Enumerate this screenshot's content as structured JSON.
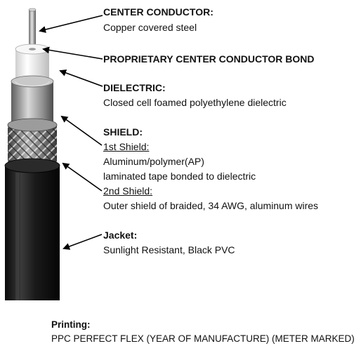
{
  "layers": {
    "center_conductor": {
      "heading": "CENTER CONDUCTOR:",
      "description": "Copper covered steel"
    },
    "bond": {
      "heading": "PROPRIETARY CENTER CONDUCTOR BOND"
    },
    "dielectric": {
      "heading": "DIELECTRIC:",
      "description": "Closed cell foamed polyethylene dielectric"
    },
    "shield": {
      "heading": "SHIELD:",
      "first_label": "1st Shield:",
      "first_line1": "Aluminum/polymer(AP)",
      "first_line2": "laminated tape bonded to dielectric",
      "second_label": "2nd Shield:",
      "second_line1": "Outer shield of braided, 34 AWG, aluminum wires"
    },
    "jacket": {
      "heading": "Jacket:",
      "description": "Sunlight Resistant, Black PVC"
    }
  },
  "printing": {
    "heading": "Printing:",
    "text": "PPC PERFECT FLEX  (YEAR OF MANUFACTURE)  (METER MARKED)"
  },
  "colors": {
    "conductor": "#b9b9b9",
    "dielectric": "#efefef",
    "foil": "#a9a9a9",
    "braid": "#8a8a8a",
    "jacket": "#161616",
    "arrow": "#000000"
  }
}
